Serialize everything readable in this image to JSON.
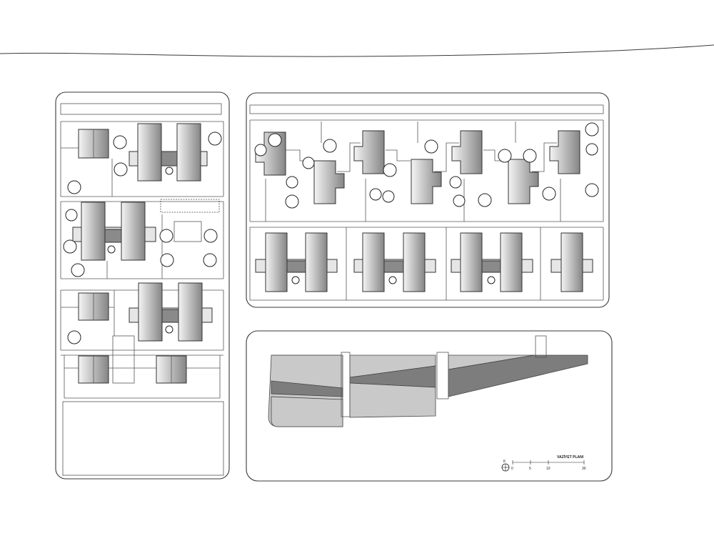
{
  "plan": {
    "title": "VAZİYET PLANI",
    "north_label": "K",
    "scale_labels": [
      "0",
      "5",
      "10",
      "30"
    ]
  },
  "colors": {
    "roof_light": "#f2f2f2",
    "roof_dark": "#8a8a8a",
    "road_light": "#c9c9c9",
    "road_dark": "#7d7d7d",
    "line": "#3a3a3a"
  }
}
